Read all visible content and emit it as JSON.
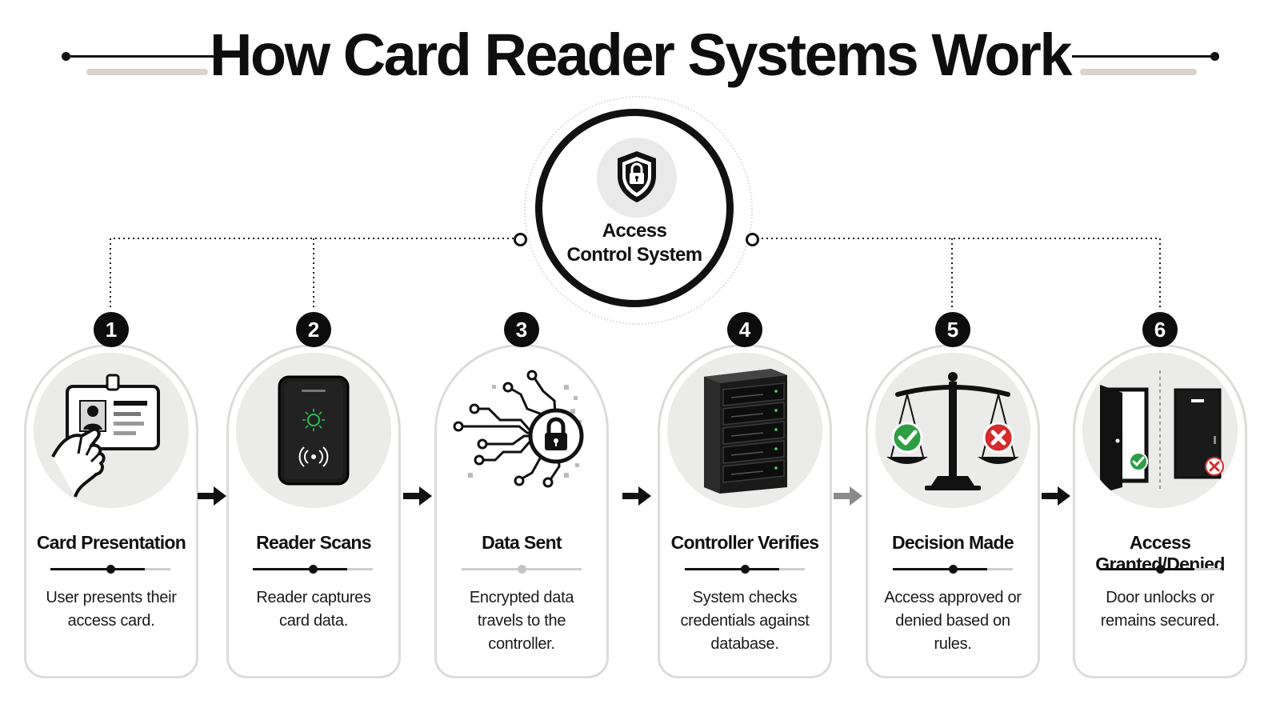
{
  "title": "How Card Reader Systems Work",
  "hub": {
    "label_line1": "Access",
    "label_line2": "Control System",
    "icon": "shield-lock-icon"
  },
  "steps": [
    {
      "number": "1",
      "title": "Card Presentation",
      "desc_lines": [
        "User presents their",
        "access card."
      ],
      "icon": "hand-id-card-icon"
    },
    {
      "number": "2",
      "title": "Reader Scans",
      "desc_lines": [
        "Reader captures",
        "card data."
      ],
      "icon": "card-reader-icon"
    },
    {
      "number": "3",
      "title": "Data Sent",
      "desc_lines": [
        "Encrypted data",
        "travels to the",
        "controller."
      ],
      "icon": "encrypted-data-lock-icon"
    },
    {
      "number": "4",
      "title": "Controller Verifies",
      "desc_lines": [
        "System checks",
        "credentials against",
        "database."
      ],
      "icon": "server-rack-icon"
    },
    {
      "number": "5",
      "title": "Decision Made",
      "desc_lines": [
        "Access approved or",
        "denied based on",
        "rules."
      ],
      "icon": "balance-scale-icon"
    },
    {
      "number": "6",
      "title": "Access Granted/Denied",
      "desc_lines": [
        "Door unlocks or",
        "remains secured."
      ],
      "icon": "door-open-closed-icon"
    }
  ],
  "colors": {
    "ink": "#111111",
    "card_border": "#dedbd8",
    "approve": "#2e9e44",
    "deny": "#d62b2b",
    "reader_led": "#29c24a"
  }
}
